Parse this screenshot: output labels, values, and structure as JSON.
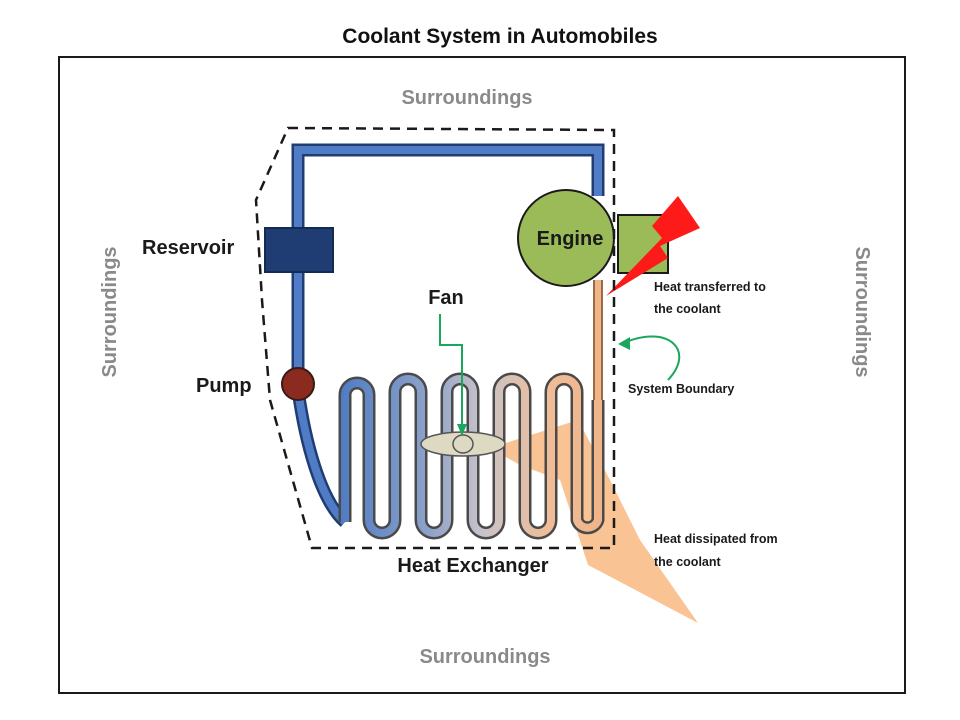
{
  "diagram": {
    "title": "Coolant System in Automobiles",
    "surroundings": {
      "top": "Surroundings",
      "bottom": "Surroundings",
      "left": "Surroundings",
      "right": "Surroundings"
    },
    "components": {
      "reservoir": "Reservoir",
      "pump": "Pump",
      "engine": "Engine",
      "fan": "Fan",
      "heat_exchanger": "Heat Exchanger"
    },
    "annotations": {
      "heat_in_line1": "Heat transferred to",
      "heat_in_line2": "the coolant",
      "system_boundary": "System Boundary",
      "heat_out_line1": "Heat dissipated from",
      "heat_out_line2": "the coolant"
    },
    "colors": {
      "cold_pipe": "#4f7cc4",
      "warm_pipe": "#f0b489",
      "engine_fill": "#9bbb59",
      "reservoir_fill": "#1f3d73",
      "pump_fill": "#8b2a1f",
      "heat_in_arrow": "#ff1a1a",
      "heat_out_arrow": "#f9c08e",
      "fan_fill": "#ddd9c3",
      "indicator_arrow": "#1aa65c"
    }
  }
}
